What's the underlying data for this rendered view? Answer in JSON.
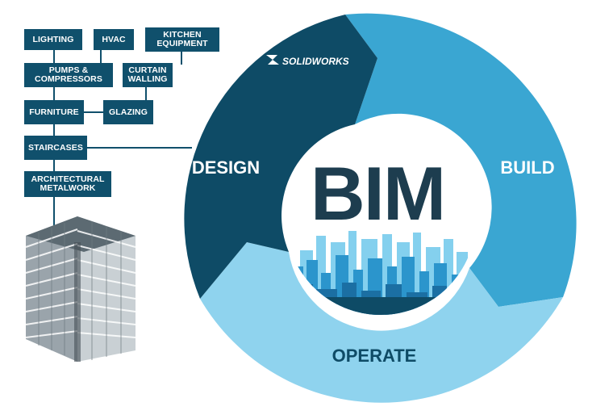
{
  "center_label": "BIM",
  "stages": {
    "design": "DESIGN",
    "build": "BUILD",
    "operate": "OPERATE"
  },
  "brand": {
    "logo_text": "SOLIDWORKS"
  },
  "components": [
    {
      "label": "LIGHTING"
    },
    {
      "label": "HVAC"
    },
    {
      "label": "KITCHEN\nEQUIPMENT"
    },
    {
      "label": "PUMPS &\nCOMPRESSORS"
    },
    {
      "label": "CURTAIN\nWALLING"
    },
    {
      "label": "FURNITURE"
    },
    {
      "label": "GLAZING"
    },
    {
      "label": "STAIRCASES"
    },
    {
      "label": "ARCHITECTURAL\nMETALWORK"
    }
  ],
  "colors": {
    "design": "#0e4b66",
    "build": "#3aa6d2",
    "operate": "#8fd3ee",
    "center_text": "#1d3d4f",
    "box": "#10506c",
    "skyline_light": "#5bc0e8",
    "skyline_dark": "#1b7fb5"
  }
}
